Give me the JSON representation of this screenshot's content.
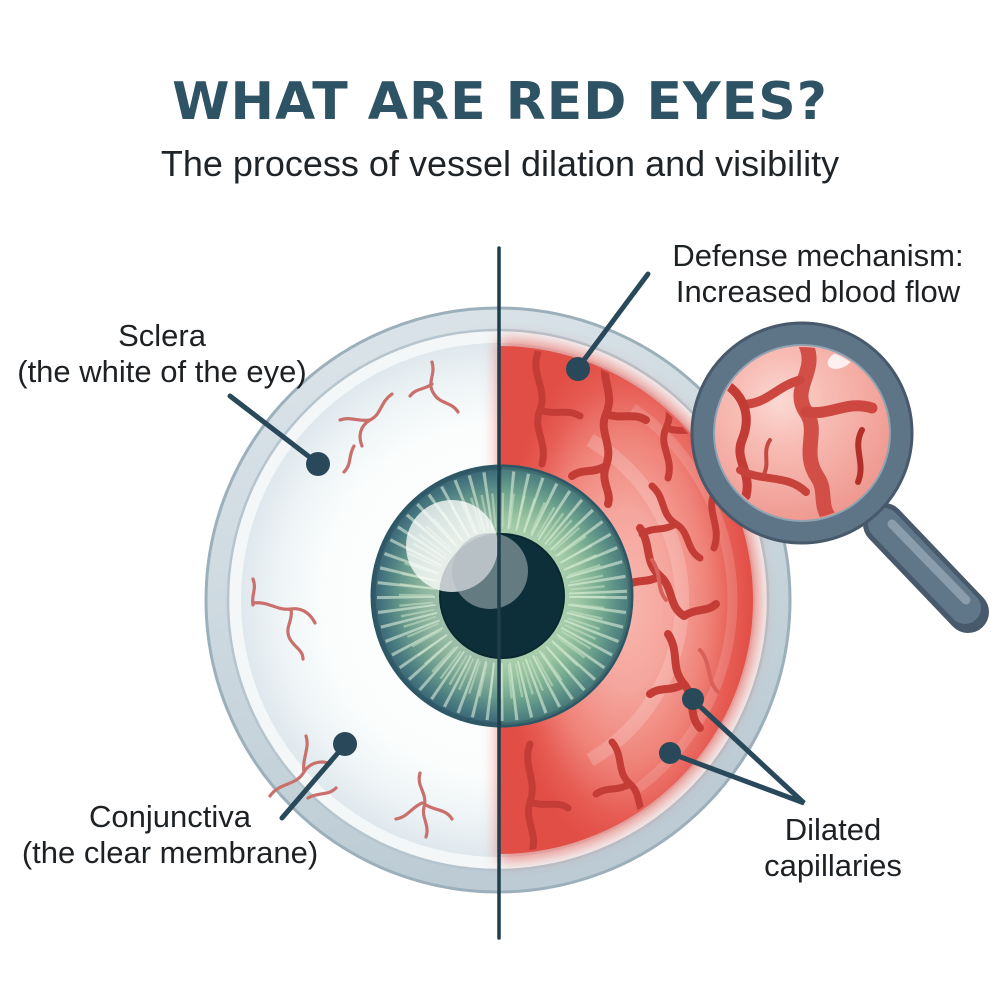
{
  "header": {
    "title": "WHAT ARE RED EYES?",
    "subtitle": "The process of vessel dilation and visibility"
  },
  "annotations": {
    "sclera": {
      "line1": "Sclera",
      "line2": "(the white of the eye)"
    },
    "defense": {
      "line1": "Defense mechanism:",
      "line2": "Increased blood flow"
    },
    "conjunctiva": {
      "line1": "Conjunctiva",
      "line2": "(the clear membrane)"
    },
    "dilated": {
      "line1": "Dilated",
      "line2": "capillaries"
    }
  },
  "colors": {
    "background": "#ffffff",
    "title_text": "#2e5364",
    "body_text": "#1d2124",
    "annotation_lines": "#29495a",
    "divider_line": "#1e3e4b",
    "sclera_ring": "#ccd9e1",
    "healthy_sclera": "#f7fafb",
    "healthy_vessel": "#c9706c",
    "irritated_red": "#e6564d",
    "dilated_vessel": "#c43c36",
    "iris_teal": "#3a6573",
    "iris_green": "#9cc3a4",
    "pupil": "#0d2f39",
    "magnifier_frame": "#5e7587",
    "magnifier_lens_pink": "#f2a79f"
  },
  "icons": {
    "magnifier": "magnifier-icon",
    "eye": "eye-illustration"
  }
}
